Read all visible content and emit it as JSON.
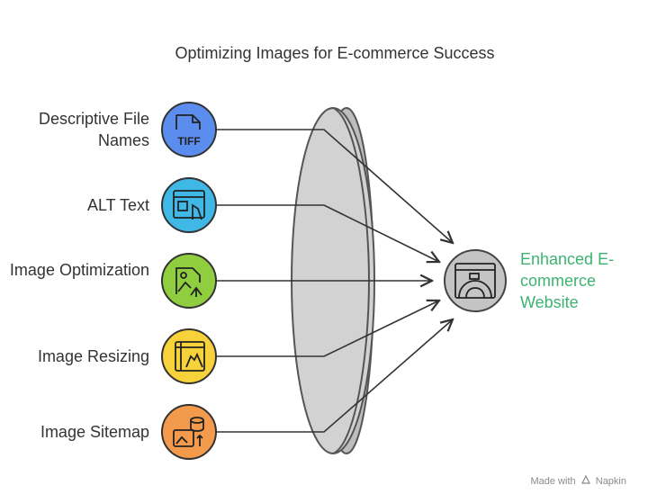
{
  "title": "Optimizing Images for E-commerce Success",
  "inputs": [
    {
      "label": "Descriptive File Names",
      "icon": "tiff-file-icon",
      "color": "#5b8def"
    },
    {
      "label": "ALT Text",
      "icon": "browser-image-icon",
      "color": "#3fb8e6"
    },
    {
      "label": "Image Optimization",
      "icon": "image-upload-icon",
      "color": "#8fcf3f"
    },
    {
      "label": "Image Resizing",
      "icon": "resize-ruler-icon",
      "color": "#f7d23a"
    },
    {
      "label": "Image Sitemap",
      "icon": "image-database-icon",
      "color": "#f39a4c"
    }
  ],
  "output": {
    "label": "Enhanced E-commerce Website",
    "icon": "website-window-icon",
    "color": "#c4c4c4"
  },
  "footer": {
    "made_with": "Made with",
    "brand": "Napkin"
  }
}
